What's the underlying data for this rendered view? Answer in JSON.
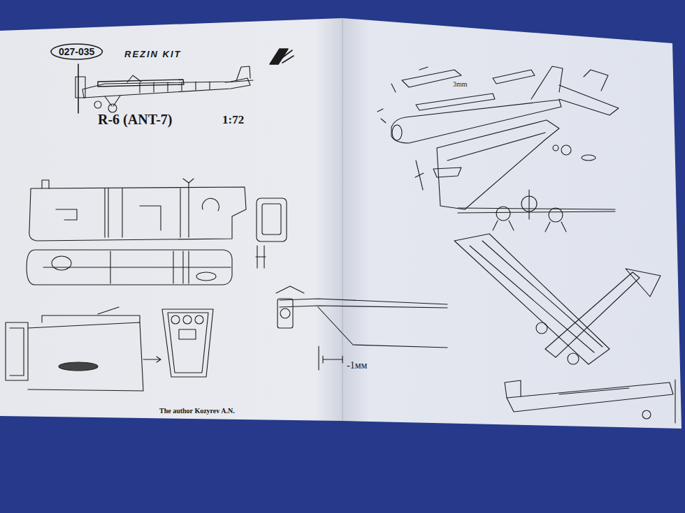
{
  "diagram": {
    "nodes": [
      {
        "text": [
          "027-035"
        ]
      }
    ],
    "labels": [
      "REZIN KIT",
      "R-6 (ANT-7)",
      "1:72",
      "3mm",
      "-1мм",
      "The author Kozyrev A.N."
    ]
  }
}
